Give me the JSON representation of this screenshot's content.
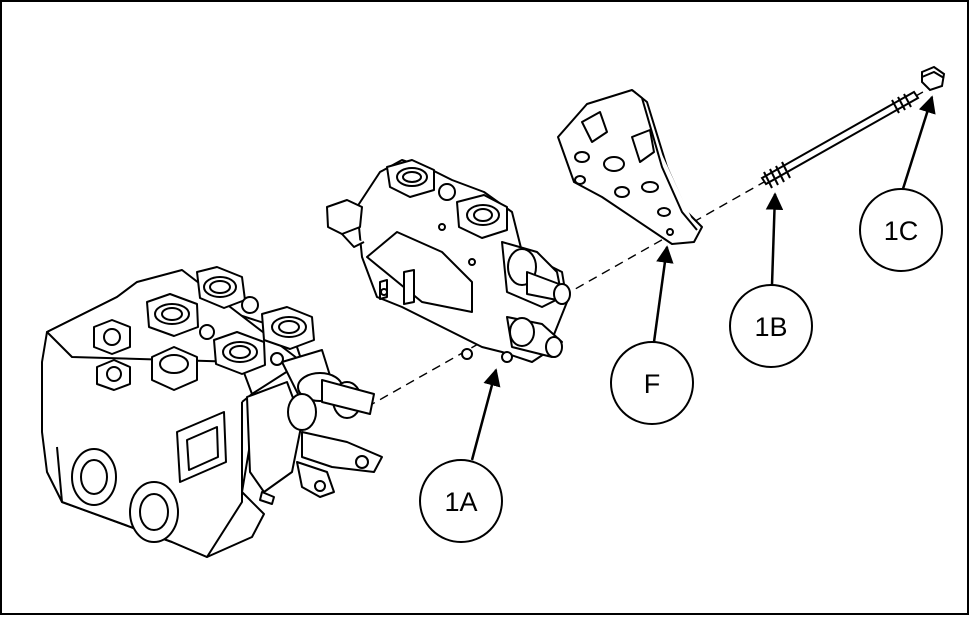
{
  "callouts": {
    "c1A": "1A",
    "c1B": "1B",
    "c1C": "1C",
    "cF": "F"
  },
  "colors": {
    "line": "#000000",
    "background": "#ffffff"
  },
  "icons": {
    "valve_stack": "valve-stack-icon",
    "valve_section": "valve-section-icon",
    "end_plate": "end-plate-icon",
    "tie_rod": "tie-rod-icon",
    "nut": "nut-icon"
  }
}
